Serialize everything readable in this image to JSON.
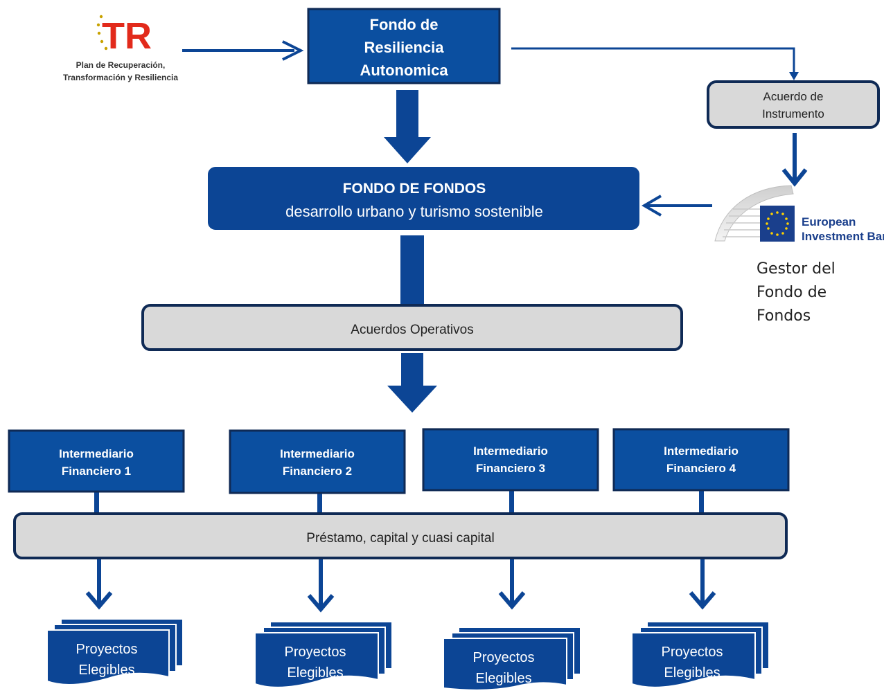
{
  "colors": {
    "dark_blue": "#0c4595",
    "box_blue": "#0b4fa0",
    "gray_box": "#d9d9d9",
    "outline": "#0f2a55"
  },
  "logo_prtr": {
    "mark": "TR",
    "line1": "Plan de Recuperación,",
    "line2": "Transformación y Resiliencia"
  },
  "fondo_resiliencia": {
    "line1": "Fondo de",
    "line2": "Resiliencia",
    "line3": "Autonomica"
  },
  "acuerdo_instrumento": {
    "line1": "Acuerdo de",
    "line2": "Instrumento"
  },
  "fondo_de_fondos": {
    "title": "FONDO DE FONDOS",
    "subtitle": "desarrollo urbano y turismo sostenible"
  },
  "eib": {
    "line1": "European",
    "line2": "Investment Bank"
  },
  "gestor": {
    "line1": "Gestor del",
    "line2": "Fondo de",
    "line3": "Fondos"
  },
  "acuerdos_operativos": "Acuerdos Operativos",
  "intermediarios": [
    {
      "line1": "Intermediario",
      "line2": "Financiero 1"
    },
    {
      "line1": "Intermediario",
      "line2": "Financiero 2"
    },
    {
      "line1": "Intermediario",
      "line2": "Financiero 3"
    },
    {
      "line1": "Intermediario",
      "line2": "Financiero 4"
    }
  ],
  "prestamo": "Préstamo, capital y cuasi capital",
  "proyectos": [
    {
      "line1": "Proyectos",
      "line2": "Elegibles"
    },
    {
      "line1": "Proyectos",
      "line2": "Elegibles"
    },
    {
      "line1": "Proyectos",
      "line2": "Elegibles"
    },
    {
      "line1": "Proyectos",
      "line2": "Elegibles"
    }
  ]
}
